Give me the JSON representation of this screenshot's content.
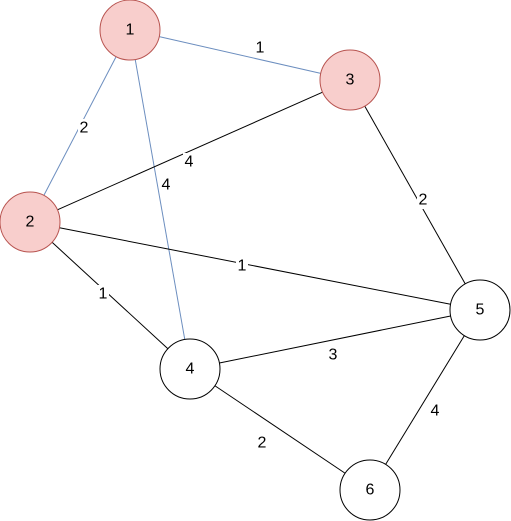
{
  "colors": {
    "highlight_fill": "#f8cecc",
    "highlight_stroke": "#b85450",
    "normal_fill": "#ffffff",
    "normal_stroke": "#000000",
    "highlight_edge": "#6c8ebf",
    "normal_edge": "#000000"
  },
  "nodes": [
    {
      "id": "1",
      "label": "1",
      "highlighted": true
    },
    {
      "id": "2",
      "label": "2",
      "highlighted": true
    },
    {
      "id": "3",
      "label": "3",
      "highlighted": true
    },
    {
      "id": "4",
      "label": "4",
      "highlighted": false
    },
    {
      "id": "5",
      "label": "5",
      "highlighted": false
    },
    {
      "id": "6",
      "label": "6",
      "highlighted": false
    }
  ],
  "edges": [
    {
      "from": "1",
      "to": "3",
      "weight": "1",
      "highlighted": true
    },
    {
      "from": "1",
      "to": "2",
      "weight": "2",
      "highlighted": true
    },
    {
      "from": "1",
      "to": "4",
      "weight": "4",
      "highlighted": true
    },
    {
      "from": "2",
      "to": "3",
      "weight": "4",
      "highlighted": false
    },
    {
      "from": "2",
      "to": "5",
      "weight": "1",
      "highlighted": false
    },
    {
      "from": "2",
      "to": "4",
      "weight": "1",
      "highlighted": false
    },
    {
      "from": "3",
      "to": "5",
      "weight": "2",
      "highlighted": false
    },
    {
      "from": "4",
      "to": "5",
      "weight": "3",
      "highlighted": false
    },
    {
      "from": "4",
      "to": "6",
      "weight": "2",
      "highlighted": false
    },
    {
      "from": "5",
      "to": "6",
      "weight": "4",
      "highlighted": false
    }
  ]
}
